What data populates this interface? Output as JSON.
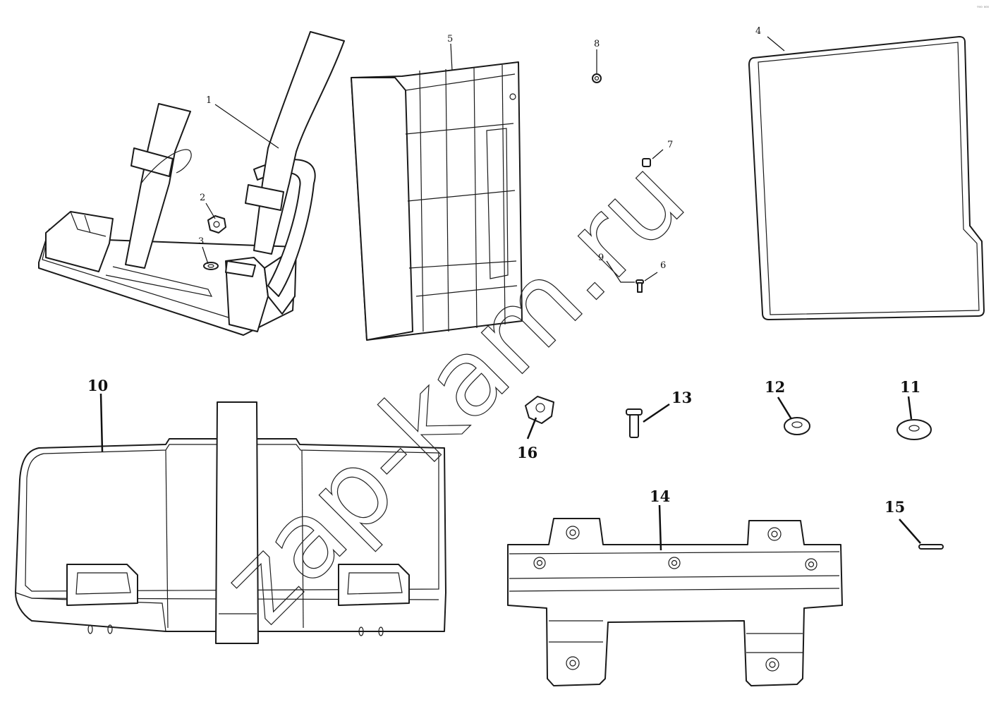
{
  "watermark": "zap-kam.ru",
  "corner_mark": "°⁰⁰ ⁰⁰⁰",
  "callouts": [
    {
      "id": "1",
      "label": "1"
    },
    {
      "id": "2",
      "label": "2"
    },
    {
      "id": "3",
      "label": "3"
    },
    {
      "id": "4",
      "label": "4"
    },
    {
      "id": "5",
      "label": "5"
    },
    {
      "id": "6",
      "label": "6"
    },
    {
      "id": "7",
      "label": "7"
    },
    {
      "id": "8",
      "label": "8"
    },
    {
      "id": "9",
      "label": "9"
    },
    {
      "id": "10",
      "label": "10"
    },
    {
      "id": "11",
      "label": "11"
    },
    {
      "id": "12",
      "label": "12"
    },
    {
      "id": "13",
      "label": "13"
    },
    {
      "id": "14",
      "label": "14"
    },
    {
      "id": "15",
      "label": "15"
    },
    {
      "id": "16",
      "label": "16"
    }
  ]
}
